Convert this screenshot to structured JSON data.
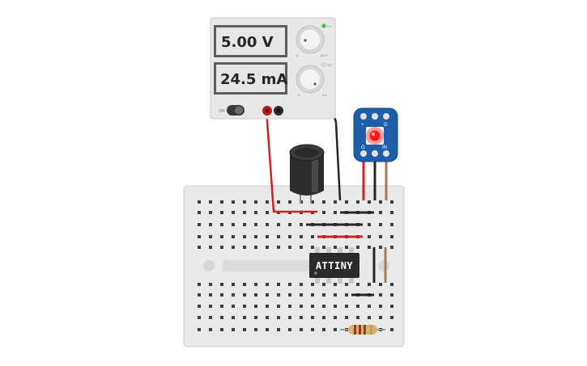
{
  "power_supply": {
    "voltage_display": "5.00 V",
    "current_display": "24.5 mA",
    "power_switch_label": "ON",
    "voltage_knob_min": "0",
    "voltage_knob_max": "30 V",
    "current_knob_min": "0",
    "current_knob_max": "5 A",
    "cv_label": "CV",
    "cc_label": "CC",
    "cv_indicator_color": "#3ec13e",
    "cc_indicator_color": "#d8d8d8"
  },
  "ic_chip": {
    "label": "ATTINY"
  },
  "led_module": {
    "led_color": "#ff1a1a",
    "board_color": "#1d5ea8",
    "pin_labels": [
      "+",
      "G",
      "G",
      "IN"
    ]
  },
  "wire_colors": {
    "red": "#d42121",
    "black": "#262626",
    "brown": "#a67b4f"
  }
}
